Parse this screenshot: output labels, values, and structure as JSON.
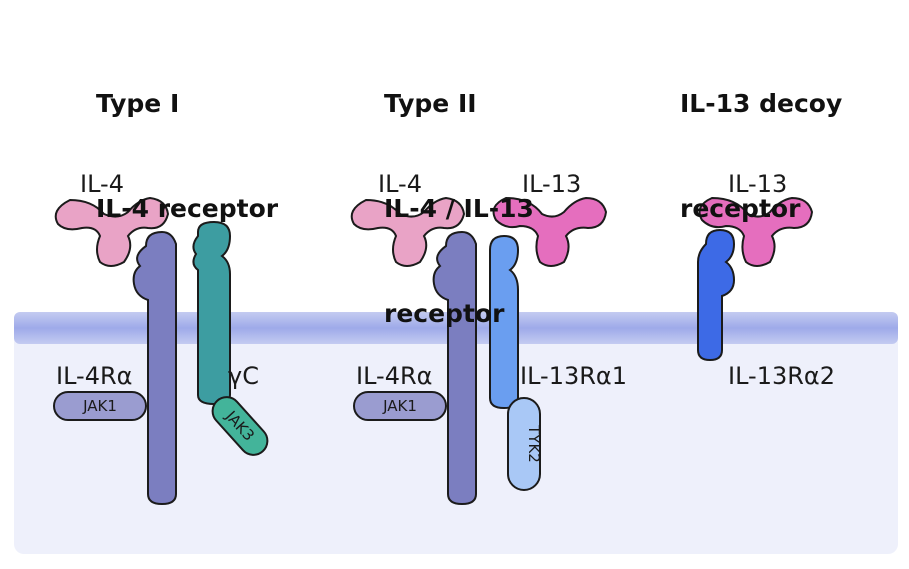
{
  "panels": {
    "type1": {
      "title_line1": "Type I",
      "title_line2": "IL-4 receptor",
      "ligand": "IL-4",
      "chain_a": "IL-4Rα",
      "chain_b": "γC",
      "kinase_a": "JAK1",
      "kinase_b": "JAK3"
    },
    "type2": {
      "title_line1": "Type II",
      "title_line2": "IL-4 / IL-13",
      "title_line3": "receptor",
      "ligand_a": "IL-4",
      "ligand_b": "IL-13",
      "chain_a": "IL-4Rα",
      "chain_b": "IL-13Rα1",
      "kinase_a": "JAK1",
      "kinase_b": "TYK2"
    },
    "decoy": {
      "title_line1": "IL-13 decoy",
      "title_line2": "receptor",
      "ligand": "IL-13",
      "chain": "IL-13Rα2"
    }
  },
  "colors": {
    "membrane_band": "#aab6ec",
    "cytoplasm": "#eef0fb",
    "il4_ligand": "#e9a3c6",
    "il13_ligand": "#e56ebe",
    "il4ra_chain": "#7b7ec0",
    "gamma_c_chain": "#3d9da1",
    "il13ra1_chain": "#6a9ef0",
    "il13ra2_chain": "#3d6ae6",
    "jak1": "#9a9cd0",
    "jak3": "#43b49a",
    "tyk2": "#a9c8f6"
  },
  "icons": [
    "membrane",
    "ligand-il4",
    "ligand-il13",
    "receptor-chain",
    "kinase-pill"
  ]
}
